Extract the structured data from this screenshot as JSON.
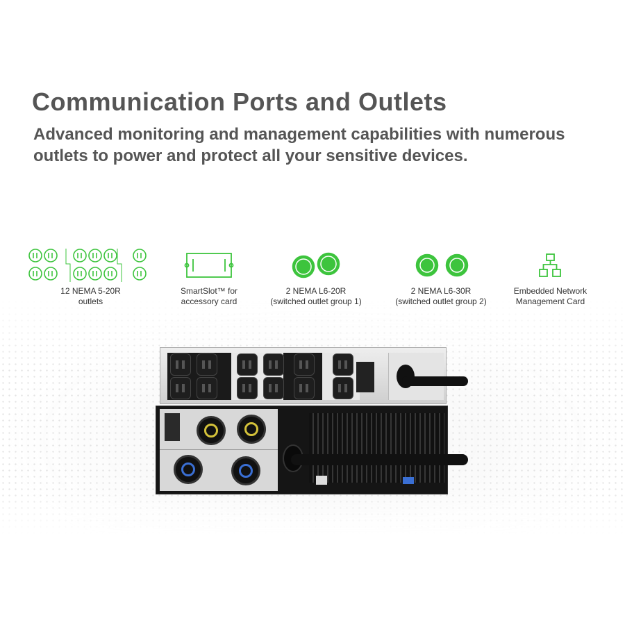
{
  "header": {
    "title": "Communication Ports and Outlets",
    "subtitle": "Advanced monitoring and management capabilities with numerous outlets to power and protect all your sensitive devices."
  },
  "accent": "#3dc43d",
  "features": [
    {
      "icon": "nema-5-20r-outlets-icon",
      "label_line1": "12 NEMA 5-20R",
      "label_line2": "outlets"
    },
    {
      "icon": "smartslot-card-icon",
      "label_line1": "SmartSlot™ for",
      "label_line2": "accessory card"
    },
    {
      "icon": "nema-l6-20r-icon",
      "label_line1": "2 NEMA L6-20R",
      "label_line2": "(switched outlet group 1)"
    },
    {
      "icon": "nema-l6-30r-icon",
      "label_line1": "2 NEMA L6-30R",
      "label_line2": "(switched outlet group 2)"
    },
    {
      "icon": "network-icon",
      "label_line1": "Embedded Network",
      "label_line2": "Management Card"
    }
  ]
}
